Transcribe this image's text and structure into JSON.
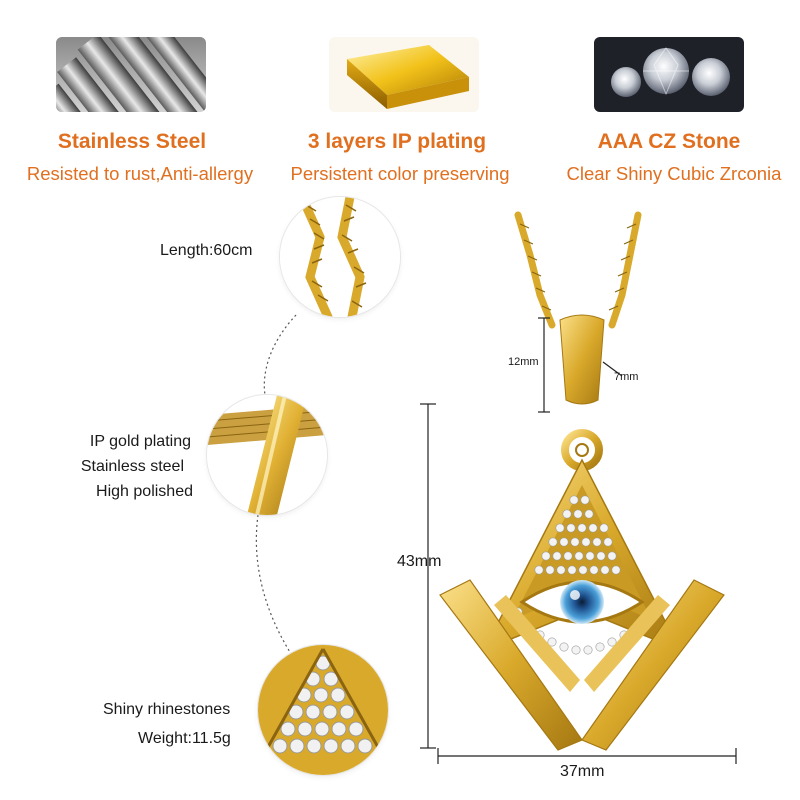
{
  "features": [
    {
      "title": "Stainless Steel",
      "subtitle": "Resisted to rust,Anti-allergy",
      "icon": "steel-bars-icon"
    },
    {
      "title": "3 layers IP plating",
      "subtitle": "Persistent color preserving",
      "icon": "gold-bar-icon"
    },
    {
      "title": "AAA CZ Stone",
      "subtitle": "Clear Shiny Cubic Zrconia",
      "icon": "cz-stones-icon"
    }
  ],
  "details": {
    "length": "Length:60cm",
    "plating_1": "IP gold plating",
    "plating_2": "Stainless steel",
    "plating_3": "High polished",
    "rhinestones": "Shiny rhinestones",
    "weight": "Weight:11.5g"
  },
  "dimensions": {
    "bail_height": "12mm",
    "bail_width": "7mm",
    "pendant_height": "43mm",
    "pendant_width": "37mm"
  },
  "colors": {
    "accent": "#e07020",
    "gold": "#d9a92b",
    "eye": "#4a9fd8"
  }
}
